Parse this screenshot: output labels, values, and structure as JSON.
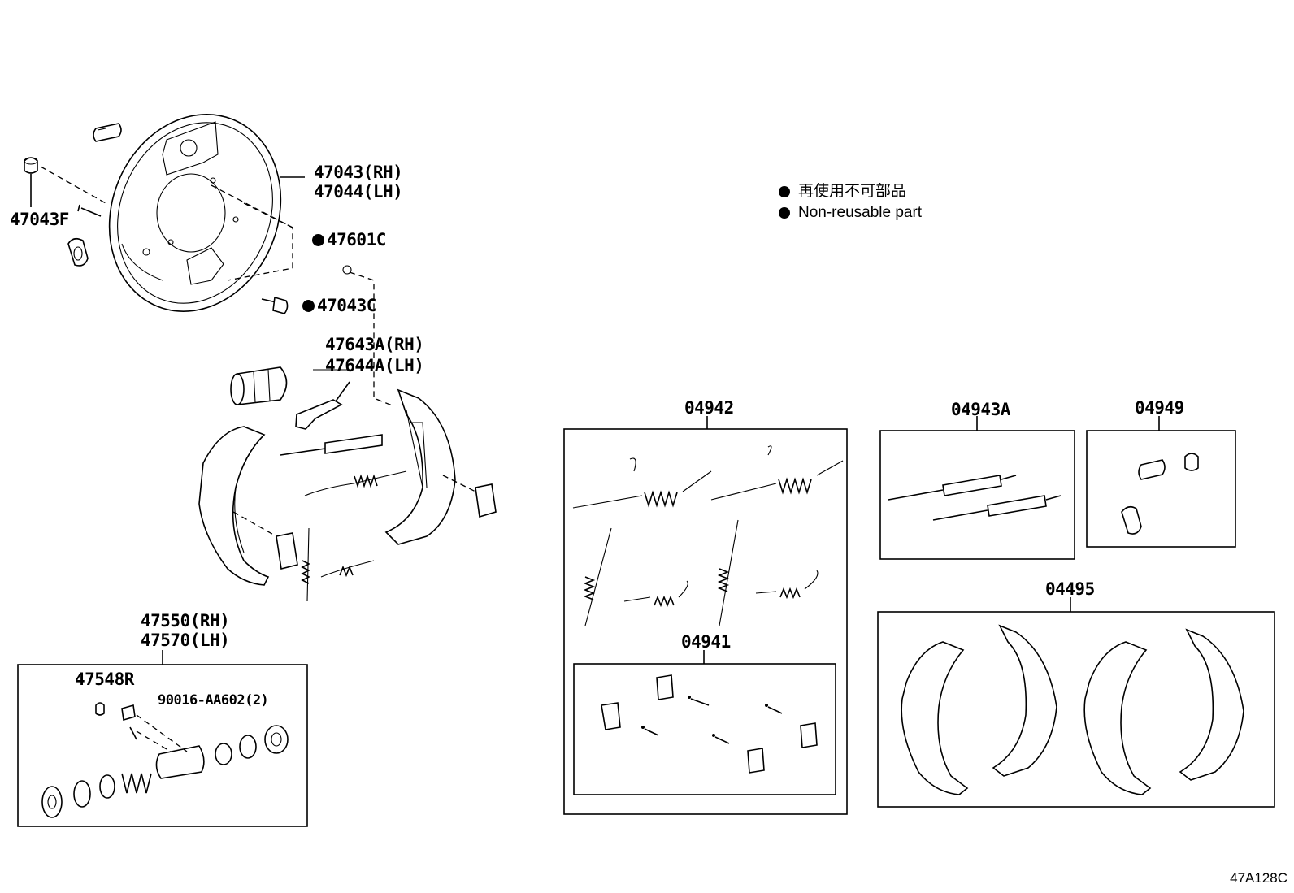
{
  "legend": {
    "jp": "再使用不可部品",
    "en": "Non-reusable part"
  },
  "footer_code": "47A128C",
  "parts": {
    "p47043F": "47043F",
    "p47043_rh": "47043(RH)",
    "p47044_lh": "47044(LH)",
    "p47601C": "47601C",
    "p47043C": "47043C",
    "p47643A_rh": "47643A(RH)",
    "p47644A_lh": "47644A(LH)",
    "p47550_rh": "47550(RH)",
    "p47570_lh": "47570(LH)",
    "p47548R": "47548R",
    "p90016": "90016-AA602(2)",
    "p04942": "04942",
    "p04941": "04941",
    "p04943A": "04943A",
    "p04949": "04949",
    "p04495": "04495"
  },
  "non_reusable_parts": [
    "47601C",
    "47043C"
  ],
  "icons": [
    "bullet-dot-icon"
  ]
}
